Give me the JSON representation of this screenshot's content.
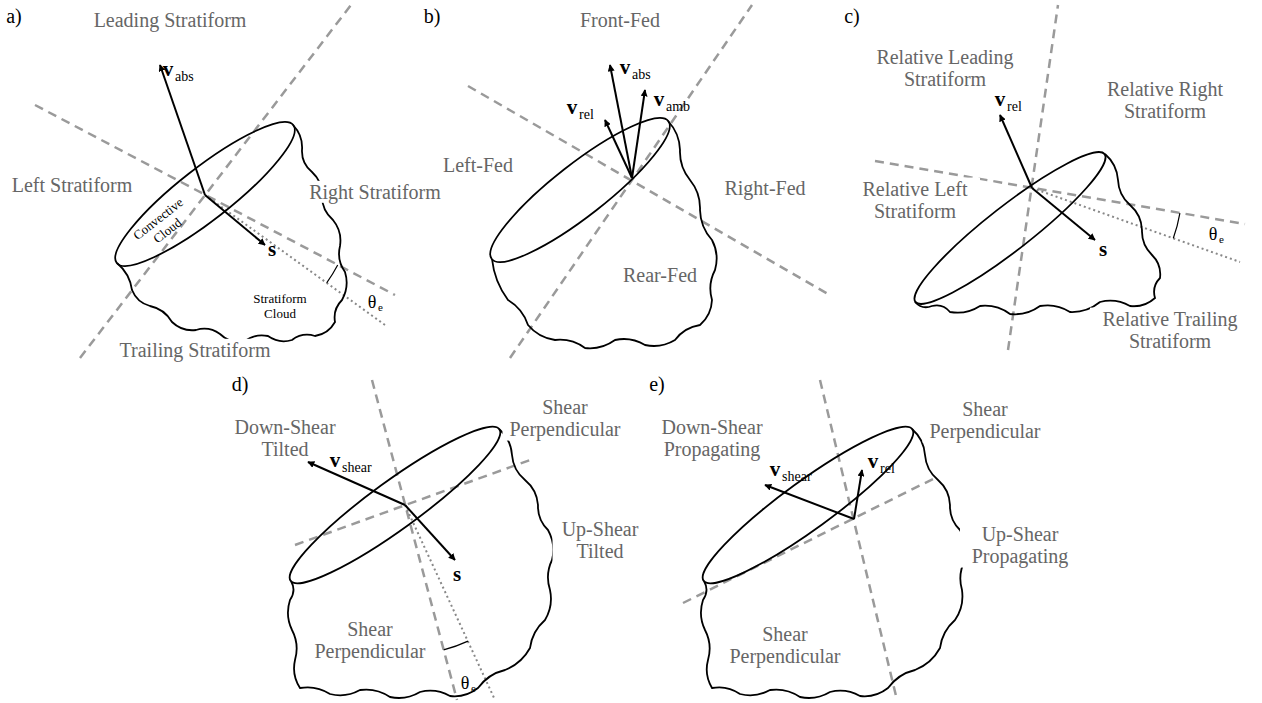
{
  "diagram": {
    "labels": [
      "a)",
      "Leading Stratiform",
      "Left Stratiform",
      "Right Stratiform",
      "Trailing Stratiform",
      "Convective Cloud",
      "Stratiform Cloud",
      "v",
      "abs",
      "s",
      "θ",
      "e",
      "b)",
      "Front-Fed",
      "Left-Fed",
      "Right-Fed",
      "Rear-Fed",
      "v",
      "abs",
      "v",
      "amb",
      "v",
      "rel",
      "c)",
      "Relative Leading Stratiform",
      "Relative Right Stratiform",
      "Relative Left Stratiform",
      "v",
      "rel",
      "s",
      "θ",
      "e",
      "Relative Trailing Stratiform",
      "d)",
      "Down-Shear Tilted",
      "Shear Perpendicular",
      "v",
      "shear",
      "s",
      "Up-Shear Tilted",
      "θ",
      "e",
      "Shear Perpendicular",
      "e)",
      "Down-Shear Propagating",
      "Shear Perpendicular",
      "v",
      "shear",
      "v",
      "rel",
      "Up-Shear Propagating",
      "Shear Perpendicular"
    ]
  }
}
